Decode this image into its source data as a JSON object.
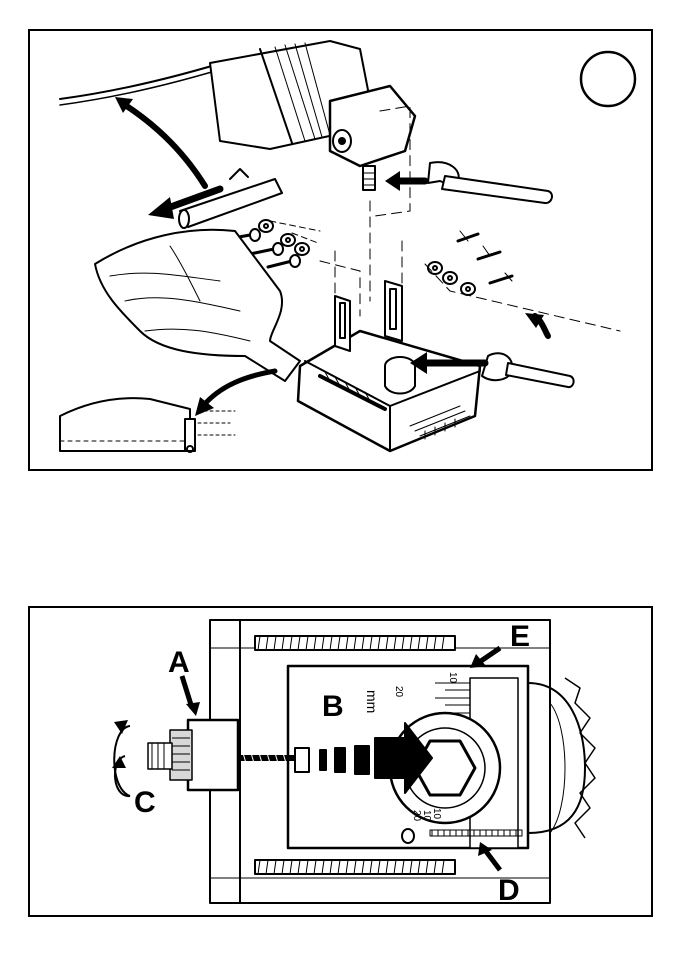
{
  "figure_top": {
    "step_badge": ""
  },
  "figure_bottom": {
    "labels": {
      "a": "A",
      "b": "B",
      "c": "C",
      "d": "D",
      "e": "E"
    },
    "scale_unit": "mm",
    "scale_top_ticks": [
      "10",
      "20"
    ],
    "scale_bottom_ticks": [
      "10",
      "10",
      "20"
    ]
  }
}
